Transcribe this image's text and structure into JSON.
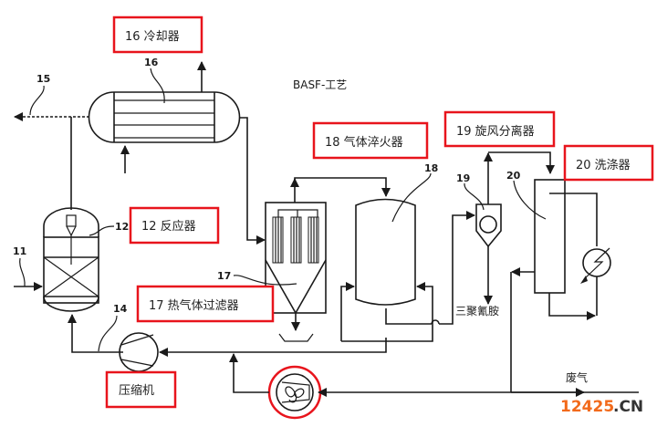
{
  "title": "BASF-工艺",
  "labels": {
    "cooler": "16 冷却器",
    "reactor": "12 反应器",
    "filter": "17 热气体过滤器",
    "quench": "18 气体淬火器",
    "cyclone": "19 旋风分离器",
    "scrubber": "20 洗涤器",
    "compressor": "压缩机"
  },
  "reference_numbers": {
    "n11": "11",
    "n12": "12",
    "n14": "14",
    "n15": "15",
    "n16": "16",
    "n17": "17",
    "n18": "18",
    "n19": "19",
    "n20": "20"
  },
  "streams": {
    "melamine": "三聚氰胺",
    "exhaust": "废气"
  },
  "watermark": {
    "number": "12425",
    "suffix": ".CN"
  },
  "colors": {
    "highlight": "#e8141c",
    "line": "#1a1a1a",
    "watermark_orange": "#f26a1b",
    "watermark_gray": "#333333"
  }
}
